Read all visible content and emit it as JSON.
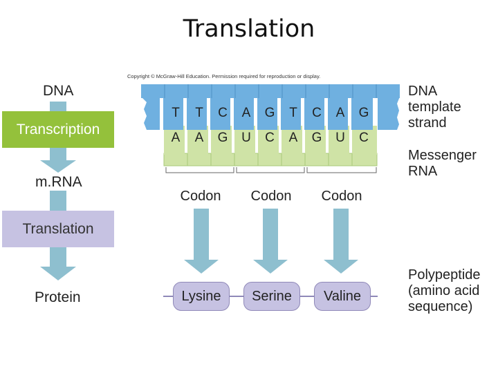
{
  "title": "Translation",
  "flow": {
    "dna": "DNA",
    "transcription": "Transcription",
    "mrna": "m.RNA",
    "translation": "Translation",
    "protein": "Protein"
  },
  "copyright": "Copyright © McGraw-Hill Education. Permission required for reproduction or display.",
  "dna_template_bases": [
    "T",
    "T",
    "C",
    "A",
    "G",
    "T",
    "C",
    "A",
    "G"
  ],
  "mrna_bases": [
    "A",
    "A",
    "G",
    "U",
    "C",
    "A",
    "G",
    "U",
    "C"
  ],
  "codons": [
    "Codon",
    "Codon",
    "Codon"
  ],
  "amino_acids": [
    "Lysine",
    "Serine",
    "Valine"
  ],
  "side_labels": {
    "dna_template": [
      "DNA",
      "template",
      "strand"
    ],
    "messenger_rna": [
      "Messenger",
      "RNA"
    ],
    "polypeptide": [
      "Polypeptide",
      "(amino acid",
      "sequence)"
    ]
  },
  "colors": {
    "transcription": "#94c13b",
    "translation": "#c6c2e2",
    "dna_strand": "#6fb0e0",
    "mrna_strand": "#cfe3a6",
    "arrow": "#8ebfcf"
  }
}
